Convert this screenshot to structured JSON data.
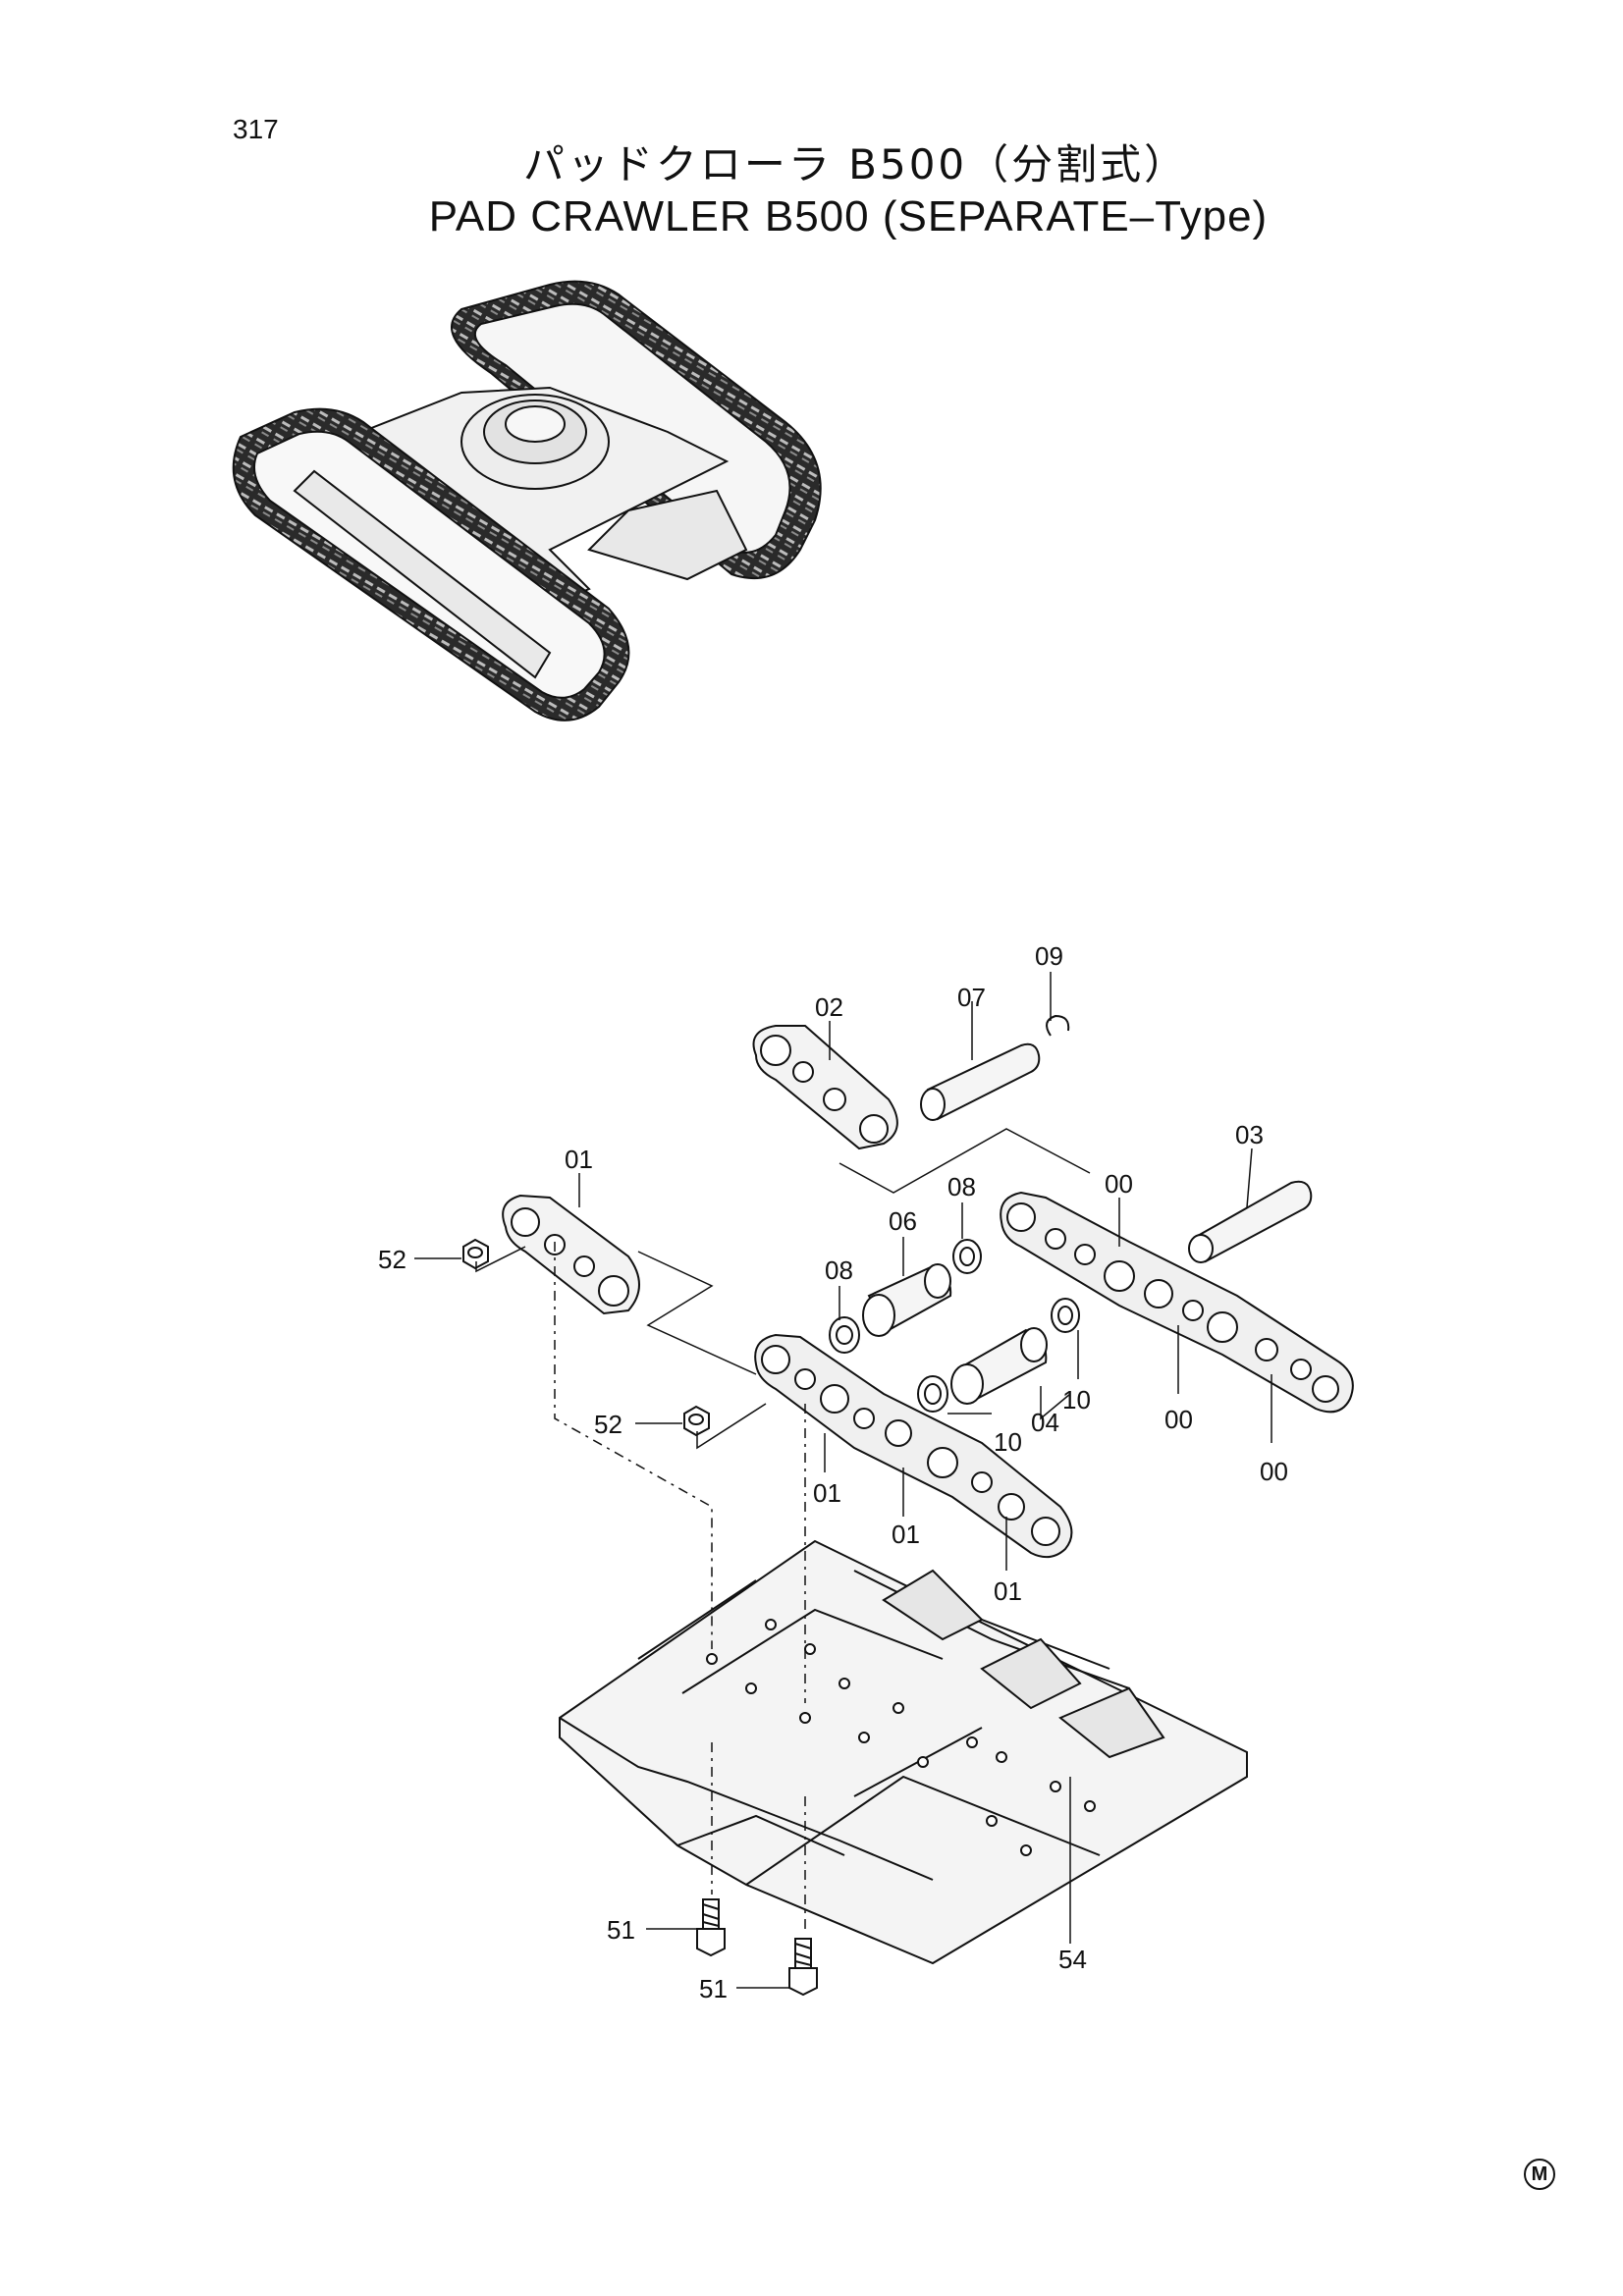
{
  "page": {
    "number": "317",
    "title_jp": "パッドクローラ B500（分割式）",
    "title_en": "PAD CRAWLER B500 (SEPARATE–Type)",
    "mark": "M"
  },
  "callouts": {
    "c09": "09",
    "c07": "07",
    "c02": "02",
    "c03": "03",
    "c00a": "00",
    "c01a": "01",
    "c08a": "08",
    "c06": "06",
    "c52a": "52",
    "c08b": "08",
    "c10a": "10",
    "c04": "04",
    "c10b": "10",
    "c00b": "00",
    "c00c": "00",
    "c52b": "52",
    "c01b": "01",
    "c01c": "01",
    "c01d": "01",
    "c51a": "51",
    "c51b": "51",
    "c54": "54"
  }
}
